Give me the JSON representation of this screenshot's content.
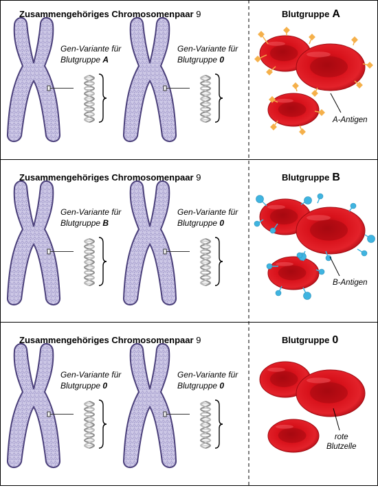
{
  "panels": [
    {
      "pair_title": "Zusammengehöriges Chromosomenpaar",
      "pair_number": "9",
      "left_variant": {
        "line1": "Gen-Variante für",
        "line2": "Blutgruppe",
        "group": "A"
      },
      "right_variant": {
        "line1": "Gen-Variante für",
        "line2": "Blutgruppe",
        "group": "0"
      },
      "blood_title": "Blutgruppe",
      "blood_group": "A",
      "annotation": "A-Antigen",
      "annotation2": "",
      "antigen": "A",
      "antigen_color": "#f5b04a"
    },
    {
      "pair_title": "Zusammengehöriges Chromosomenpaar",
      "pair_number": "9",
      "left_variant": {
        "line1": "Gen-Variante für",
        "line2": "Blutgruppe",
        "group": "B"
      },
      "right_variant": {
        "line1": "Gen-Variante für",
        "line2": "Blutgruppe",
        "group": "0"
      },
      "blood_title": "Blutgruppe",
      "blood_group": "B",
      "annotation": "B-Antigen",
      "annotation2": "",
      "antigen": "B",
      "antigen_color": "#3fb4e0"
    },
    {
      "pair_title": "Zusammengehöriges Chromosomenpaar",
      "pair_number": "9",
      "left_variant": {
        "line1": "Gen-Variante für",
        "line2": "Blutgruppe",
        "group": "0"
      },
      "right_variant": {
        "line1": "Gen-Variante für",
        "line2": "Blutgruppe",
        "group": "0"
      },
      "blood_title": "Blutgruppe",
      "blood_group": "0",
      "annotation": "rote",
      "annotation2": "Blutzelle",
      "antigen": "none",
      "antigen_color": ""
    }
  ],
  "colors": {
    "chromosome_fill": "#c9c4e4",
    "chromosome_stroke": "#4a3f7a",
    "cell_red": "#d8121b",
    "border": "#000000"
  }
}
